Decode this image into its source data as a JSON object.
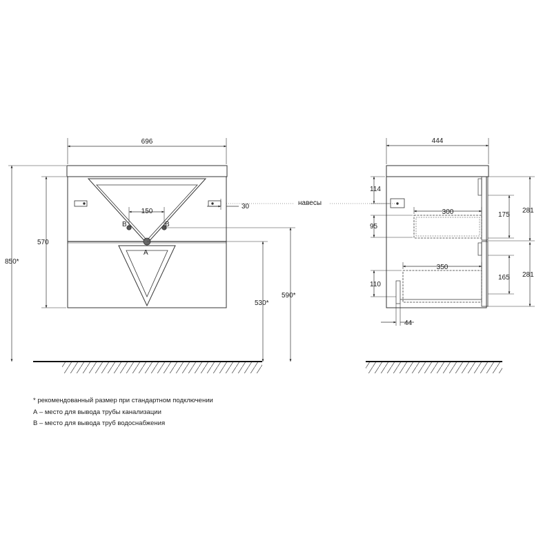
{
  "front_view": {
    "width": "696",
    "height_total": "850*",
    "height_cabinet": "570",
    "pipe_spacing": "150",
    "hanger_offset": "30",
    "drain_height": "530*",
    "water_height": "590*",
    "label_b_left": "B",
    "label_b_right": "B",
    "label_a": "A"
  },
  "side_view": {
    "depth": "444",
    "hangers_label": "навесы",
    "top_offset": "114",
    "drawer_upper_depth": "300",
    "drawer_upper_inner_height": "175",
    "drawer_upper_front_height": "281",
    "drawer_upper_offset": "95",
    "drawer_lower_depth": "350",
    "drawer_lower_inner_height": "165",
    "drawer_lower_front_height": "281",
    "drawer_lower_offset": "110",
    "back_offset": "44"
  },
  "notes": {
    "line1": "* рекомендованный размер при стандартном подключении",
    "line2": "А – место для вывода трубы канализации",
    "line3": "В – место для вывода труб водоснабжения"
  }
}
